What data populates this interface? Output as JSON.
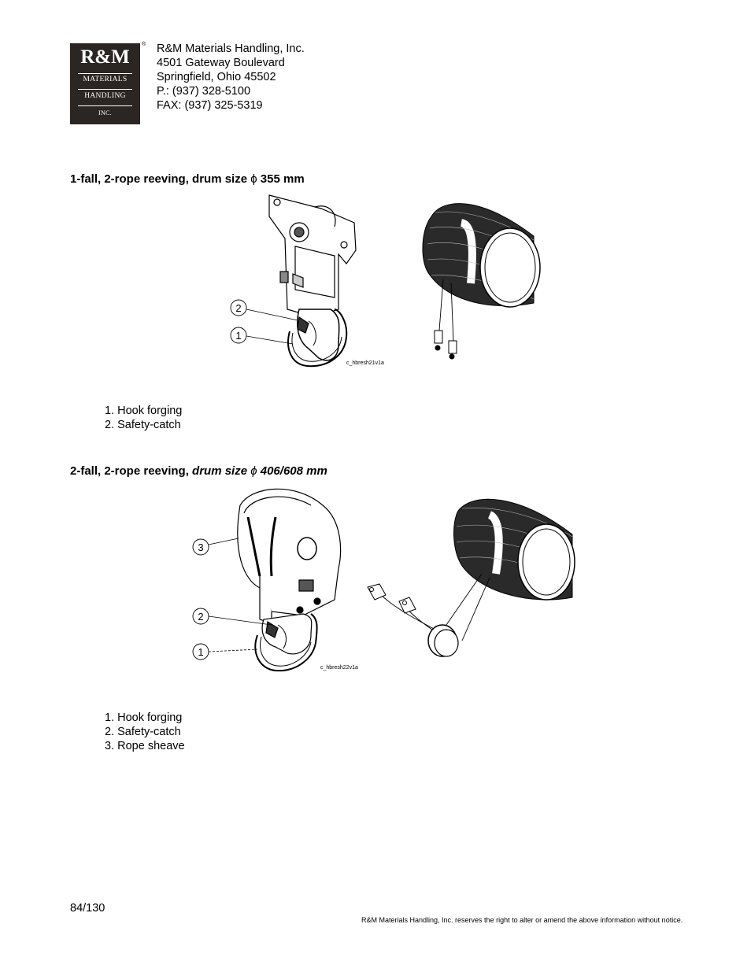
{
  "logo": {
    "line1": "R&M",
    "line2": "MATERIALS",
    "line3": "HANDLING",
    "line4": "INC.",
    "registered": "®"
  },
  "company": {
    "name": "R&M Materials Handling, Inc.",
    "street": "4501 Gateway Boulevard",
    "city": "Springfield, Ohio 45502",
    "phone": "P.: (937) 328-5100",
    "fax": "FAX: (937) 325-5319"
  },
  "section1": {
    "heading_prefix": "1-fall, 2-rope reeving, drum size ",
    "heading_symbol": "ϕ",
    "heading_suffix": " 355 mm",
    "figure_code": "c_hbresh21v1a",
    "callouts": [
      "2",
      "1"
    ],
    "items": [
      "1. Hook forging",
      "2. Safety-catch"
    ]
  },
  "section2": {
    "heading_prefix": "2-fall, 2-rope reeving, ",
    "heading_italic": "drum size ",
    "heading_symbol": "ϕ",
    "heading_suffix": " 406/608 mm",
    "figure_code": "c_hbresh22v1a",
    "callouts": [
      "3",
      "2",
      "1"
    ],
    "items": [
      "1. Hook forging",
      "2. Safety-catch",
      "3. Rope sheave"
    ]
  },
  "footer": {
    "page": "84/130",
    "notice": "R&M Materials Handling, Inc. reserves the right to alter or amend the above information without notice."
  }
}
